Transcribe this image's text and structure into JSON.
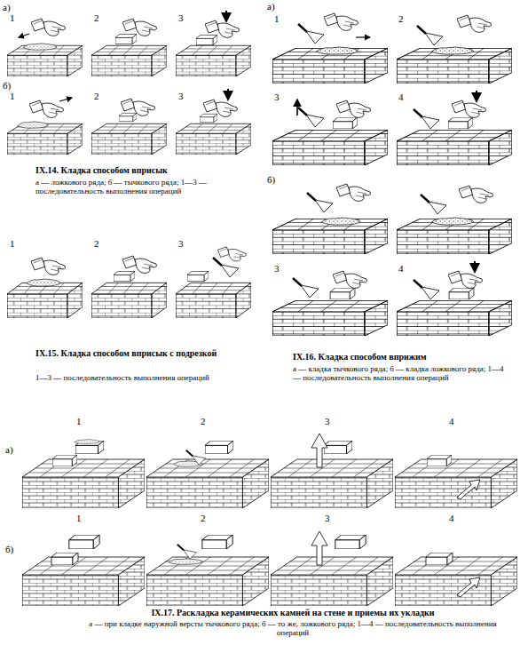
{
  "diagram": {
    "labels": [
      "а)",
      "1",
      "2",
      "3",
      "б)",
      "1",
      "2",
      "3",
      "IX.14. Кладка способом вприсык",
      "а — ложкового ряда; б — тычкового ряда; 1—3 — последовательность выполнения операций",
      "а)",
      "1",
      "2",
      "3",
      "4",
      "б)",
      "3",
      "4",
      "1",
      "2",
      "3",
      "IX.15. Кладка способом вприсык с подрезкой",
      "1—3 — последовательность выполнения операций",
      "IX.16. Кладка способом вприжим",
      "а — кладка тычкового ряда; б — кладка ложкового ряда; 1—4 — последовательность выполнения операций",
      "а)",
      "1",
      "2",
      "3",
      "4",
      "б)",
      "1",
      "2",
      "3",
      "4",
      "IX.17. Раскладка керамических камней на стене и приемы их укладки",
      "а — при кладке наружной версты тычкового ряда; б — то же, ложкового ряда; 1—4 — последовательность выполнения операций"
    ]
  }
}
